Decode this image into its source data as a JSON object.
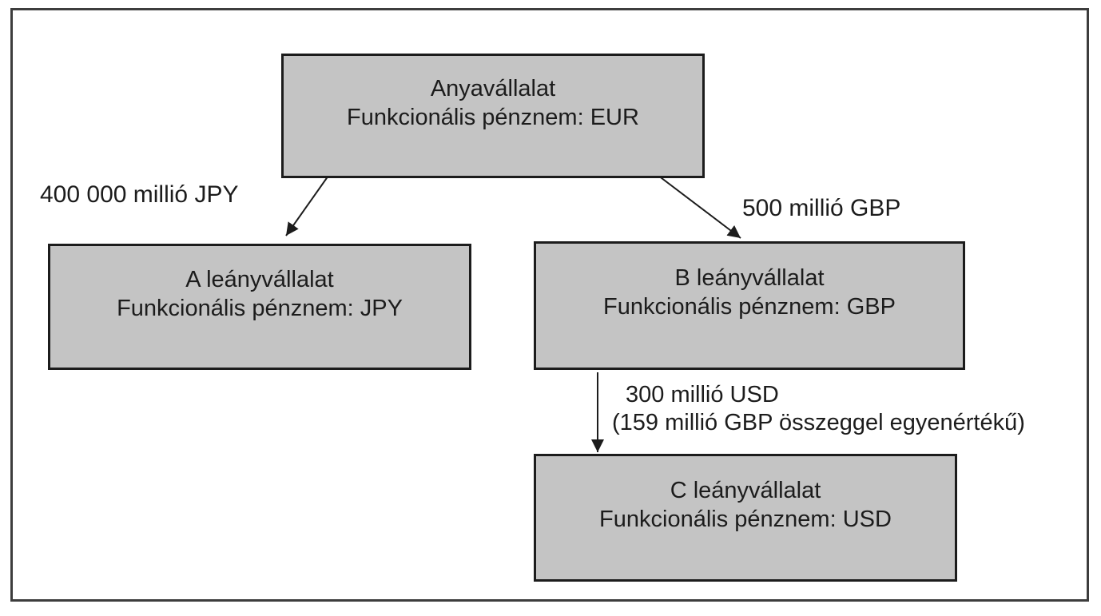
{
  "diagram": {
    "description": "Corporate group structure with functional currencies (Hungarian)",
    "nodes": {
      "parent": {
        "line1": "Anyavállalat",
        "line2": "Funkcionális pénznem: EUR"
      },
      "subsidiary_a": {
        "line1": "A leányvállalat",
        "line2": "Funkcionális pénznem: JPY"
      },
      "subsidiary_b": {
        "line1": "B leányvállalat",
        "line2": "Funkcionális pénznem: GBP"
      },
      "subsidiary_c": {
        "line1": "C leányvállalat",
        "line2": "Funkcionális pénznem: USD"
      }
    },
    "edges": {
      "parent_to_a": {
        "label": "400 000 millió JPY"
      },
      "parent_to_b": {
        "label": "500 millió GBP"
      },
      "b_to_c": {
        "label_line1": "300 millió USD",
        "label_line2": "(159 millió GBP összeggel egyenértékű)"
      }
    },
    "colors": {
      "background": "#ffffff",
      "frame_border": "#3d3d3d",
      "box_fill": "#c4c4c4",
      "box_border": "#1c1c1c",
      "arrow": "#1c1c1c",
      "text": "#1c1c1c"
    }
  }
}
